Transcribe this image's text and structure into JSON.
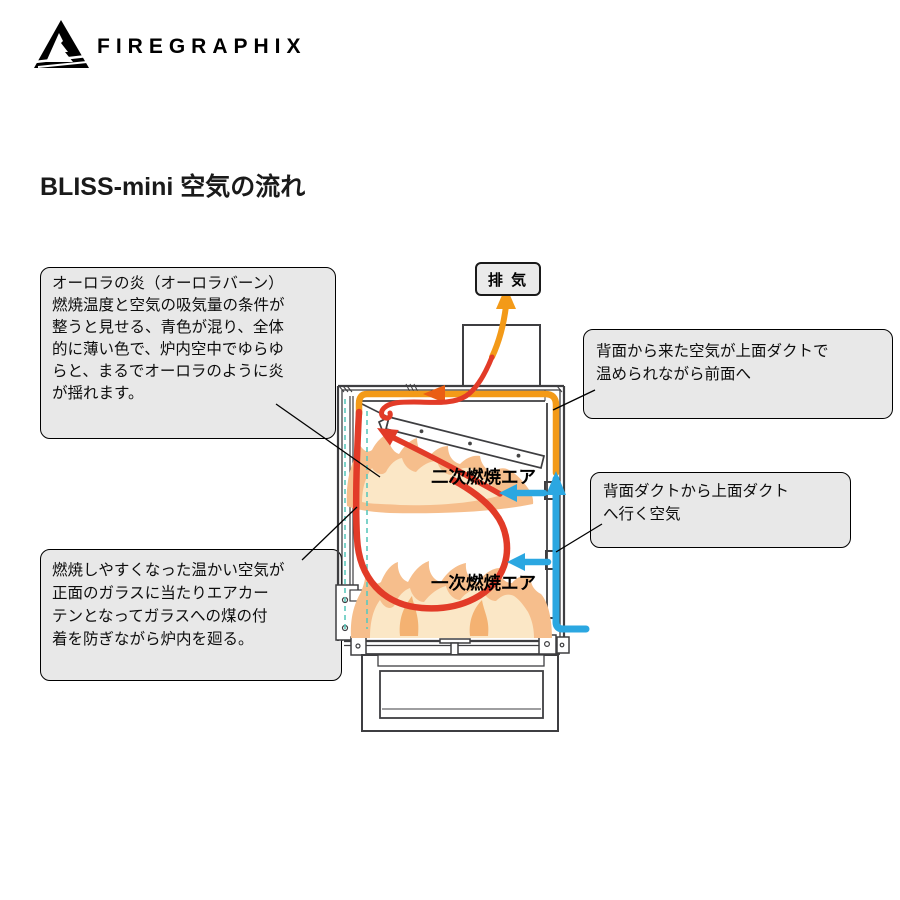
{
  "brand": {
    "logo_text": "FIREGRAPHIX",
    "logo_icon": "mountain-flame-triangle"
  },
  "title": "BLISS-mini 空気の流れ",
  "diagram": {
    "exhaust_label": "排 気",
    "secondary_air_label": "二次燃焼エア",
    "primary_air_label": "一次燃焼エア",
    "callouts": {
      "aurora_flame": "オーロラの炎（オーロラバーン）\n燃焼温度と空気の吸気量の条件が\n整うと見せる、青色が混り、全体\n的に薄い色で、炉内空中でゆらゆ\nらと、まるでオーロラのように炎\nが揺れます。",
      "air_curtain": "燃焼しやすくなった温かい空気が\n正面のガラスに当たりエアカー\nテンとなってガラスへの煤の付\n着を防ぎながら炉内を廻る。",
      "top_duct": "背面から来た空気が上面ダクトで\n温められながら前面へ",
      "back_duct": "背面ダクトから上面ダクト\nへ行く空気"
    },
    "colors": {
      "hot_air": "#E23B28",
      "heated_air": "#F39A18",
      "warm_arrow": "#EA5E13",
      "fresh_air": "#2BA7E1",
      "flame_outer": "#F6BE8C",
      "flame_inner": "#FBE7C6",
      "flame_mid": "#F1A055",
      "glass_dash": "#5CC8BD",
      "structure": "#3E3E41",
      "callout_bg": "#E8E8E8"
    }
  }
}
